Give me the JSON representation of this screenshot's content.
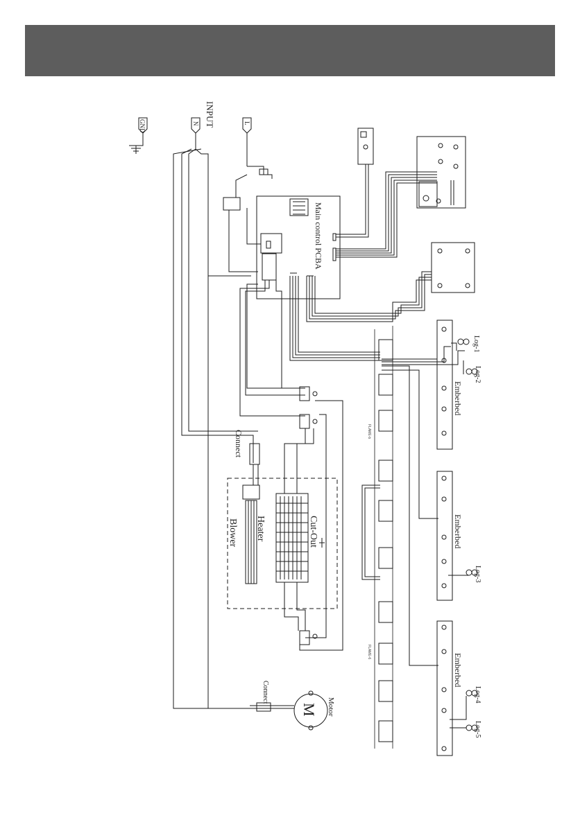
{
  "input": {
    "title": "INPUT",
    "gnd": "GND",
    "n": "N",
    "l": "L"
  },
  "labels": {
    "main_pcba": "Main control PCBA",
    "connect_top": "Connect",
    "connect_motor": "Connect",
    "blower": "Blower",
    "heater": "Heater",
    "cutout": "Cut-Out",
    "motor": "Motor",
    "motor_symbol": "M",
    "log1": "Log-1",
    "log2": "Log-2",
    "log3": "Log-3",
    "log4": "Log-4",
    "log5": "Log-5",
    "emberbed1": "Emberbed",
    "emberbed2": "Emberbed",
    "emberbed3": "Emberbed",
    "flame_b": "FLAME-b",
    "flame_6": "FLAME-6"
  },
  "colors": {
    "banner": "#5d5d5d",
    "line": "#1a1a1a"
  }
}
